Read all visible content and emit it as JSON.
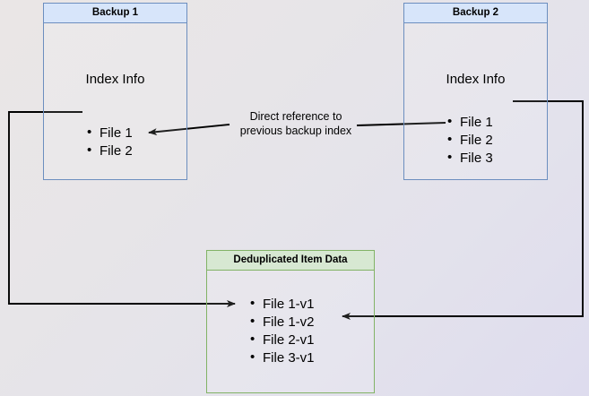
{
  "diagram": {
    "title_hidden": "",
    "background_colors": {
      "top_left": "#eae6e6",
      "bottom_right": "#dedcee"
    },
    "accent_blue": "#6c8ebf",
    "accent_blue_fill": "#d7e5fa",
    "accent_green": "#82b366",
    "accent_green_fill": "#d7e8d2",
    "line_color": "#000000"
  },
  "backup1": {
    "header": "Backup 1",
    "section_label": "Index Info",
    "files": [
      {
        "label": "File 1"
      },
      {
        "label": "File 2"
      }
    ]
  },
  "backup2": {
    "header": "Backup 2",
    "section_label": "Index Info",
    "files": [
      {
        "label": "File 1"
      },
      {
        "label": "File 2"
      },
      {
        "label": "File 3"
      }
    ]
  },
  "dedup": {
    "header": "Deduplicated Item Data",
    "files": [
      {
        "label": "File 1-v1"
      },
      {
        "label": "File 1-v2"
      },
      {
        "label": "File 2-v1"
      },
      {
        "label": "File 3-v1"
      }
    ]
  },
  "annotation": {
    "line1": "Direct reference to",
    "line2": "previous backup index"
  }
}
